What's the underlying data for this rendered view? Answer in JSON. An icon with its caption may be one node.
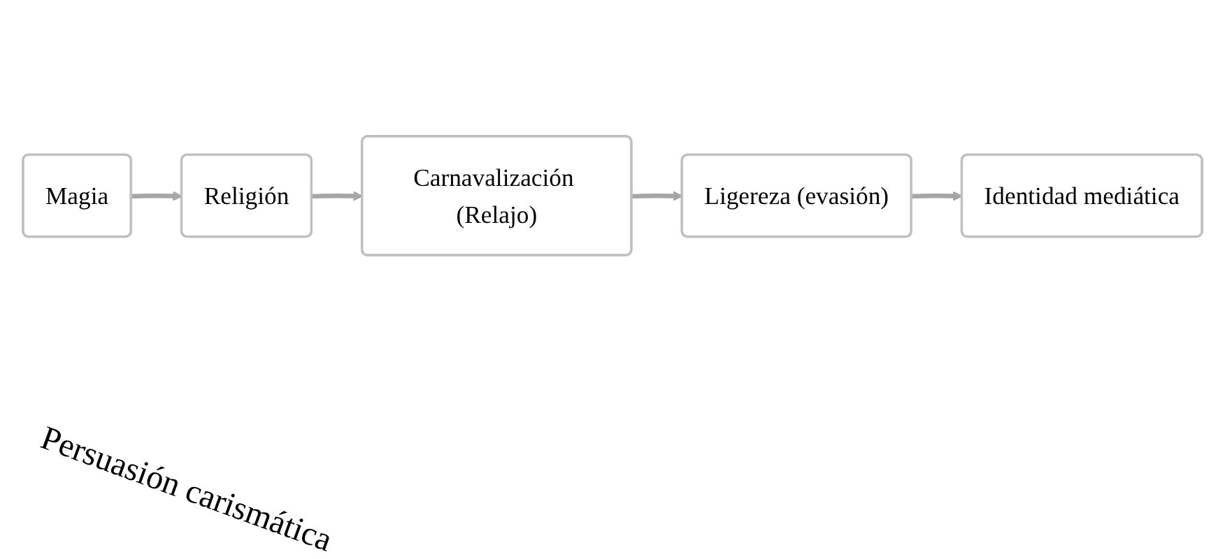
{
  "diagram": {
    "nodes": [
      {
        "text": [
          "Magia"
        ]
      },
      {
        "text": [
          "Religión"
        ]
      },
      {
        "text": [
          "Carnavalización (Relajo)"
        ]
      },
      {
        "text": [
          "Ligereza (evasión)"
        ]
      },
      {
        "text": [
          "Identidad mediática"
        ]
      }
    ],
    "edges": [
      {
        "from": 0,
        "to": 1,
        "arrow": "to"
      },
      {
        "from": 1,
        "to": 2,
        "arrow": "to"
      },
      {
        "from": 2,
        "to": 3,
        "arrow": "to"
      },
      {
        "from": 3,
        "to": 4,
        "arrow": "to"
      }
    ],
    "labels": [
      "Persuasión carismática"
    ]
  }
}
